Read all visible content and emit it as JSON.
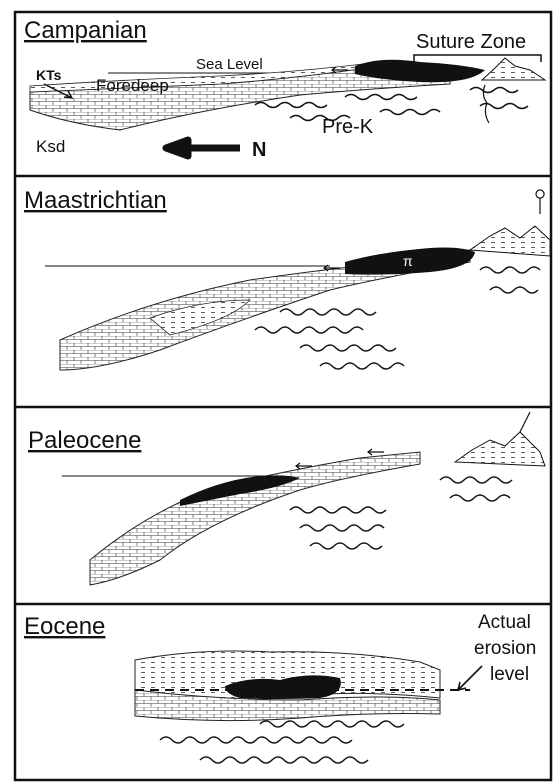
{
  "panels": [
    {
      "title": "Campanian",
      "labels": {
        "suture_zone": "Suture Zone",
        "sea_level": "Sea Level",
        "kts": "KTs",
        "foredeep": "Foredeep",
        "pre_k": "Pre-K",
        "ksd": "Ksd",
        "north": "N"
      }
    },
    {
      "title": "Maastrichtian",
      "labels": {
        "ophiolite": "π"
      }
    },
    {
      "title": "Paleocene",
      "labels": {}
    },
    {
      "title": "Eocene",
      "labels": {
        "erosion_1": "Actual",
        "erosion_2": "erosion",
        "erosion_3": "level"
      }
    }
  ],
  "colors": {
    "ink": "#111111",
    "background": "#ffffff",
    "ophiolite_fill": "#111111"
  }
}
